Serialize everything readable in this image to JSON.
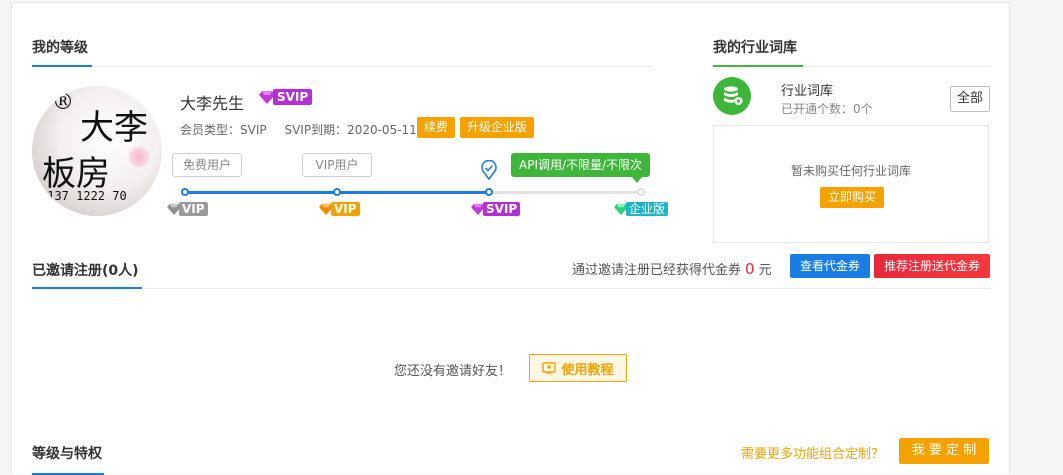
{
  "level": {
    "title": "我的等级",
    "avatar_text": {
      "reg": "®",
      "line1": "大李",
      "line2": "板房",
      "phone": ":137 1222 70"
    },
    "username": "大李先生",
    "user_badge": "SVIP",
    "member_type_label": "会员类型：",
    "member_type_value": "SVIP",
    "expire_label": "SVIP到期：",
    "expire_value": "2020-05-11",
    "renew_btn": "续费",
    "upgrade_btn": "升级企业版",
    "stages": [
      {
        "label": "免费用户",
        "badge": "VIP",
        "color": "#9a9a9a"
      },
      {
        "label": "VIP用户",
        "badge": "VIP",
        "color": "#f5a200"
      },
      {
        "label": "API调用/不限量/不限次",
        "badge": "SVIP",
        "color": "#b42fd6"
      },
      {
        "badge": "企业版",
        "color": "#1cb5c4"
      }
    ],
    "progress_color": "#1a7de6"
  },
  "library": {
    "title": "我的行业词库",
    "name": "行业词库",
    "count_text": "已开通个数：0个",
    "all_btn": "全部",
    "empty_text": "暂未购买任何行业词库",
    "buy_btn": "立即购买"
  },
  "invite": {
    "title": "已邀请注册(0人)",
    "coupon_prefix": "通过邀请注册已经获得代金券",
    "coupon_amount": "0",
    "coupon_unit": "元",
    "view_btn": "查看代金券",
    "recommend_btn": "推荐注册送代金券",
    "empty_text": "您还没有邀请好友！",
    "tutorial_btn": "使用教程"
  },
  "privilege": {
    "title": "等级与特权",
    "custom_question": "需要更多功能组合定制？",
    "custom_btn": "我 要 定 制"
  }
}
